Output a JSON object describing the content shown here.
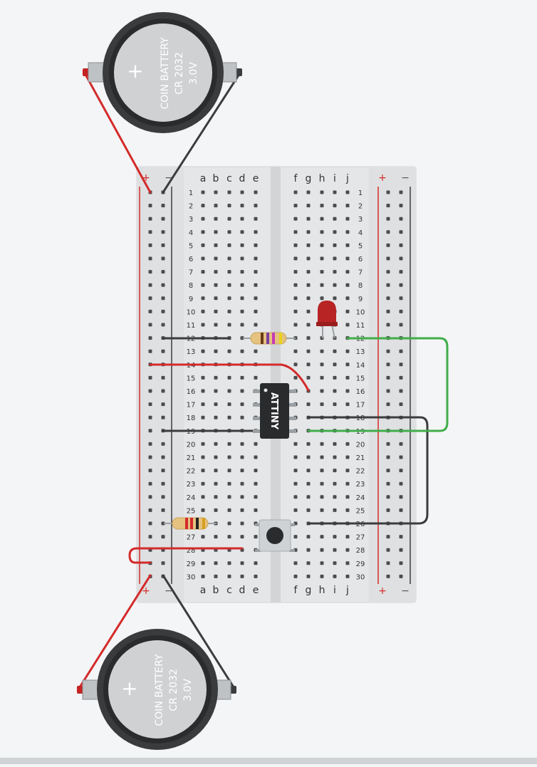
{
  "breadboard": {
    "columns_left": [
      "a",
      "b",
      "c",
      "d",
      "e"
    ],
    "columns_right": [
      "f",
      "g",
      "h",
      "i",
      "j"
    ],
    "row_count": 30,
    "rail_plus": "+",
    "rail_minus": "−"
  },
  "batteries": [
    {
      "line1": "COIN BATTERY",
      "line2": "CR 2032",
      "line3": "3.0V",
      "symbol": "+"
    },
    {
      "line1": "COIN BATTERY",
      "line2": "CR 2032",
      "line3": "3.0V",
      "symbol": "+"
    }
  ],
  "chip": {
    "label": "ATTINY"
  },
  "colors": {
    "board": "#e6e7e8",
    "red_wire": "#d42a2a",
    "black_wire": "#3a3c3e",
    "green_wire": "#3fae49",
    "led": "#b82424"
  }
}
